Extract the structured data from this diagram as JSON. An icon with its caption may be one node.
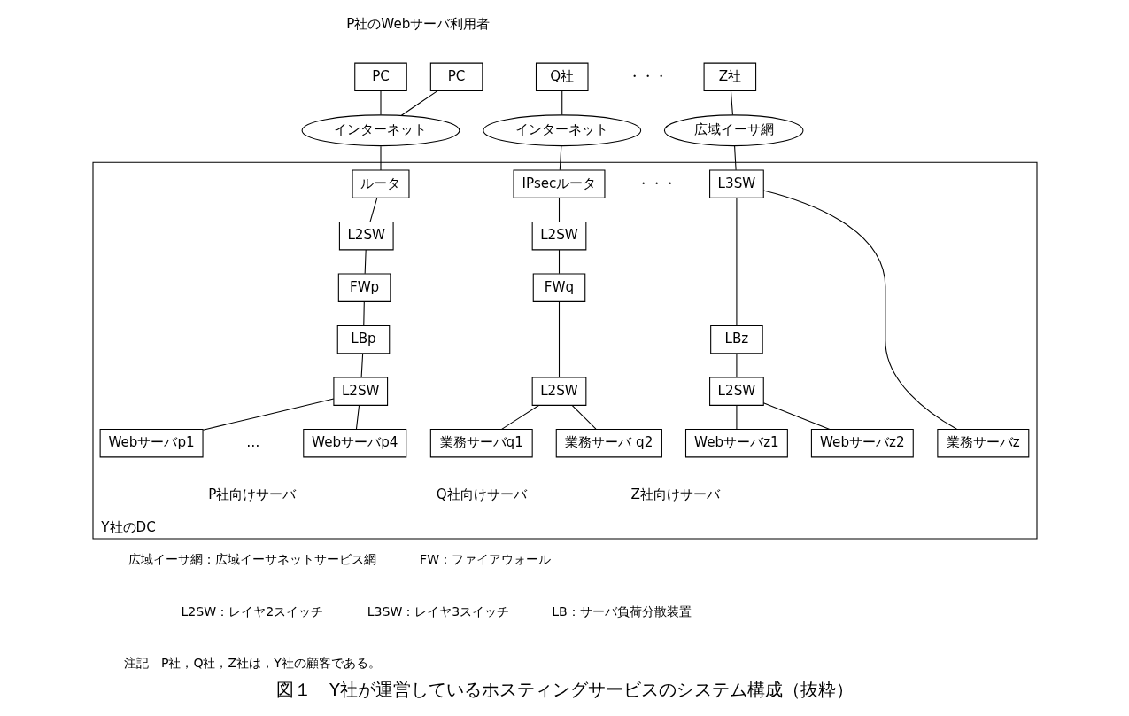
{
  "diagram": {
    "caption": "図１　Y社が運営しているホスティングサービスのシステム構成（抜粋）",
    "nodes": [
      {
        "text": [
          "PC"
        ]
      },
      {
        "text": [
          "PC"
        ]
      },
      {
        "text": [
          "インターネット"
        ]
      },
      {
        "text": [
          "Q社"
        ]
      },
      {
        "text": [
          "インターネット"
        ]
      },
      {
        "text": [
          "Z社"
        ]
      },
      {
        "text": [
          "広域イーサ網"
        ]
      },
      {
        "text": [
          "Y社のDC"
        ]
      },
      {
        "text": [
          "ルータ"
        ],
        "in": 7
      },
      {
        "text": [
          "L2SW"
        ],
        "in": 7
      },
      {
        "text": [
          "FWp"
        ],
        "in": 7
      },
      {
        "text": [
          "LBp"
        ],
        "in": 7
      },
      {
        "text": [
          "L2SW"
        ],
        "in": 7
      },
      {
        "text": [
          "Webサーバp1"
        ],
        "in": 7
      },
      {
        "text": [
          "Webサーバp4"
        ],
        "in": 7
      },
      {
        "text": [
          "IPsecルータ"
        ],
        "in": 7
      },
      {
        "text": [
          "L2SW"
        ],
        "in": 7
      },
      {
        "text": [
          "FWq"
        ],
        "in": 7
      },
      {
        "text": [
          "L2SW"
        ],
        "in": 7
      },
      {
        "text": [
          "業務サーバq1"
        ],
        "in": 7
      },
      {
        "text": [
          "業務サーバ q2"
        ],
        "in": 7
      },
      {
        "text": [
          "L3SW"
        ],
        "in": 7
      },
      {
        "text": [
          "LBz"
        ],
        "in": 7
      },
      {
        "text": [
          "L2SW"
        ],
        "in": 7
      },
      {
        "text": [
          "Webサーバz1"
        ],
        "in": 7
      },
      {
        "text": [
          "Webサーバz2"
        ],
        "in": 7
      },
      {
        "text": [
          "業務サーバz"
        ],
        "in": 7
      }
    ],
    "edges": [
      {
        "from": 0,
        "to": 2,
        "arrow": "none"
      },
      {
        "from": 1,
        "to": 2,
        "arrow": "none"
      },
      {
        "from": 2,
        "to": 8,
        "arrow": "none"
      },
      {
        "from": 8,
        "to": 9,
        "arrow": "none"
      },
      {
        "from": 9,
        "to": 10,
        "arrow": "none"
      },
      {
        "from": 10,
        "to": 11,
        "arrow": "none"
      },
      {
        "from": 11,
        "to": 12,
        "arrow": "none"
      },
      {
        "from": 12,
        "to": 13,
        "arrow": "none"
      },
      {
        "from": 12,
        "to": 14,
        "arrow": "none"
      },
      {
        "from": 3,
        "to": 4,
        "arrow": "none"
      },
      {
        "from": 4,
        "to": 15,
        "arrow": "none"
      },
      {
        "from": 15,
        "to": 16,
        "arrow": "none"
      },
      {
        "from": 16,
        "to": 17,
        "arrow": "none"
      },
      {
        "from": 17,
        "to": 18,
        "arrow": "none"
      },
      {
        "from": 18,
        "to": 19,
        "arrow": "none"
      },
      {
        "from": 18,
        "to": 20,
        "arrow": "none"
      },
      {
        "from": 5,
        "to": 6,
        "arrow": "none"
      },
      {
        "from": 6,
        "to": 21,
        "arrow": "none"
      },
      {
        "from": 21,
        "to": 22,
        "arrow": "none"
      },
      {
        "from": 21,
        "to": 26,
        "arrow": "none"
      },
      {
        "from": 22,
        "to": 23,
        "arrow": "none"
      },
      {
        "from": 23,
        "to": 24,
        "arrow": "none"
      },
      {
        "from": 23,
        "to": 25,
        "arrow": "none"
      }
    ],
    "labels": [
      "P社のWebサーバ利用者",
      "・・・",
      "・・・",
      "…",
      "P社向けサーバ",
      "Q社向けサーバ",
      "Z社向けサーバ",
      "広域イーサ網：広域イーサネットサービス網",
      "FW：ファイアウォール",
      "L2SW：レイヤ2スイッチ",
      "L3SW：レイヤ3スイッチ",
      "LB：サーバ負荷分散装置",
      "注記　P社，Q社，Z社は，Y社の顧客である。"
    ]
  }
}
